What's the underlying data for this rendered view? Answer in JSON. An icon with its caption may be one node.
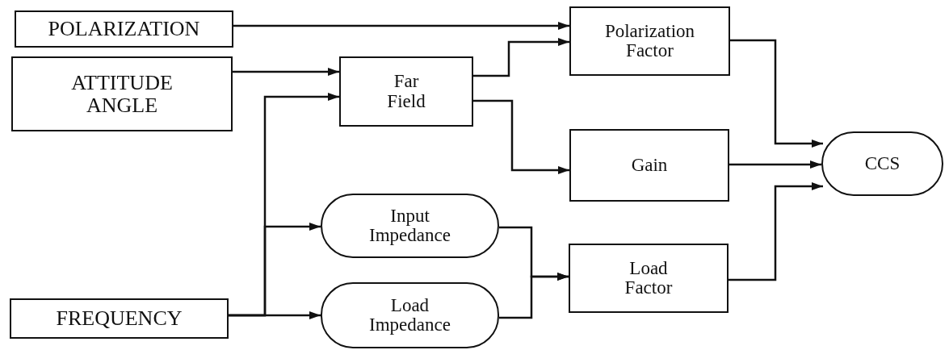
{
  "diagram": {
    "nodes": [
      {
        "text": [
          "POLARIZATION"
        ]
      },
      {
        "text": [
          "ATTITUDE ANGLE"
        ]
      },
      {
        "text": [
          "FREQUENCY"
        ]
      },
      {
        "text": [
          "Far Field"
        ]
      },
      {
        "text": [
          "Polarization Factor"
        ]
      },
      {
        "text": [
          "Gain"
        ]
      },
      {
        "text": [
          "Input Impedance"
        ]
      },
      {
        "text": [
          "Load Impedance"
        ]
      },
      {
        "text": [
          "Load Factor"
        ]
      },
      {
        "text": [
          "CCS"
        ]
      }
    ],
    "edges": [
      {
        "from": 0,
        "to": 4,
        "arrow": "to"
      },
      {
        "from": 1,
        "to": 3,
        "arrow": "to"
      },
      {
        "from": 2,
        "to": 3,
        "arrow": "to"
      },
      {
        "from": 2,
        "to": 6,
        "arrow": "to"
      },
      {
        "from": 2,
        "to": 7,
        "arrow": "to"
      },
      {
        "from": 3,
        "to": 4,
        "arrow": "to"
      },
      {
        "from": 3,
        "to": 5,
        "arrow": "to"
      },
      {
        "from": 6,
        "to": 8,
        "arrow": "to"
      },
      {
        "from": 7,
        "to": 8,
        "arrow": "to"
      },
      {
        "from": 4,
        "to": 9,
        "arrow": "to"
      },
      {
        "from": 5,
        "to": 9,
        "arrow": "to"
      },
      {
        "from": 8,
        "to": 9,
        "arrow": "to"
      }
    ]
  }
}
